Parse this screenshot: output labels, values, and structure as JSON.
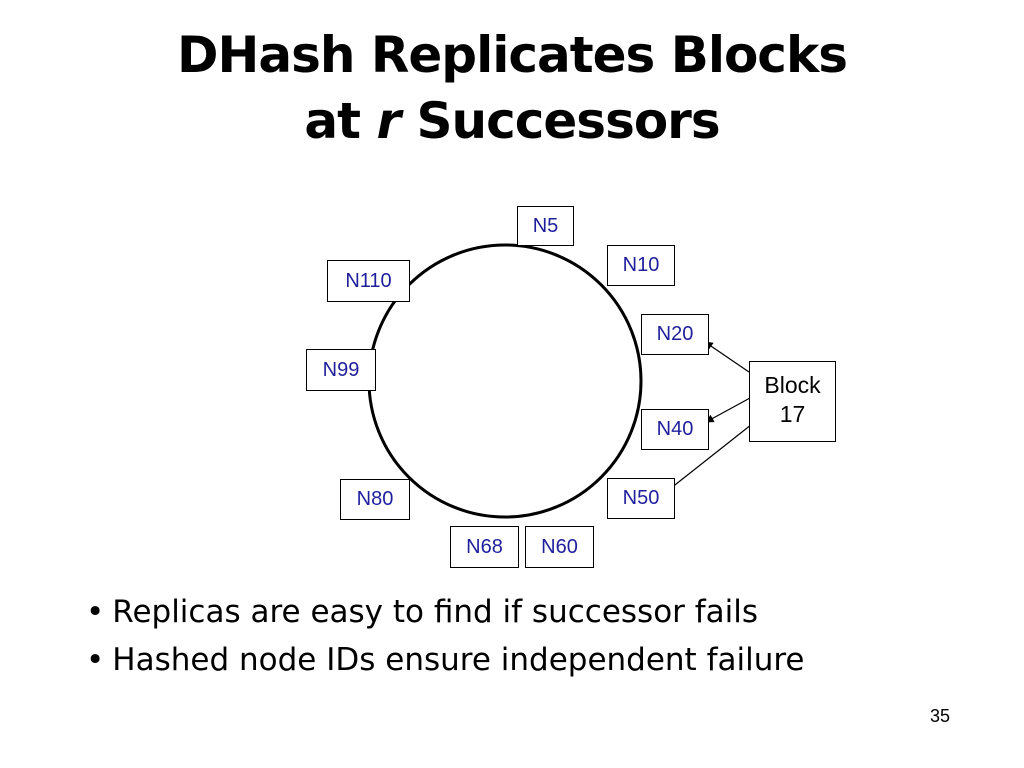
{
  "title": {
    "line1": "DHash Replicates Blocks",
    "line2_prefix": "at ",
    "line2_italic": "r",
    "line2_suffix": " Successors"
  },
  "nodes": {
    "n5": "N5",
    "n10": "N10",
    "n20": "N20",
    "n40": "N40",
    "n50": "N50",
    "n60": "N60",
    "n68": "N68",
    "n80": "N80",
    "n99": "N99",
    "n110": "N110"
  },
  "block": {
    "line1": "Block",
    "line2": "17"
  },
  "bullets": [
    "Replicas are easy to find if successor fails",
    "Hashed node IDs ensure independent failure"
  ],
  "bullet_symbol": "•",
  "slide_number": "35",
  "colors": {
    "node_text": "#1f1f9e",
    "ring": "#000000",
    "text": "#000000"
  }
}
